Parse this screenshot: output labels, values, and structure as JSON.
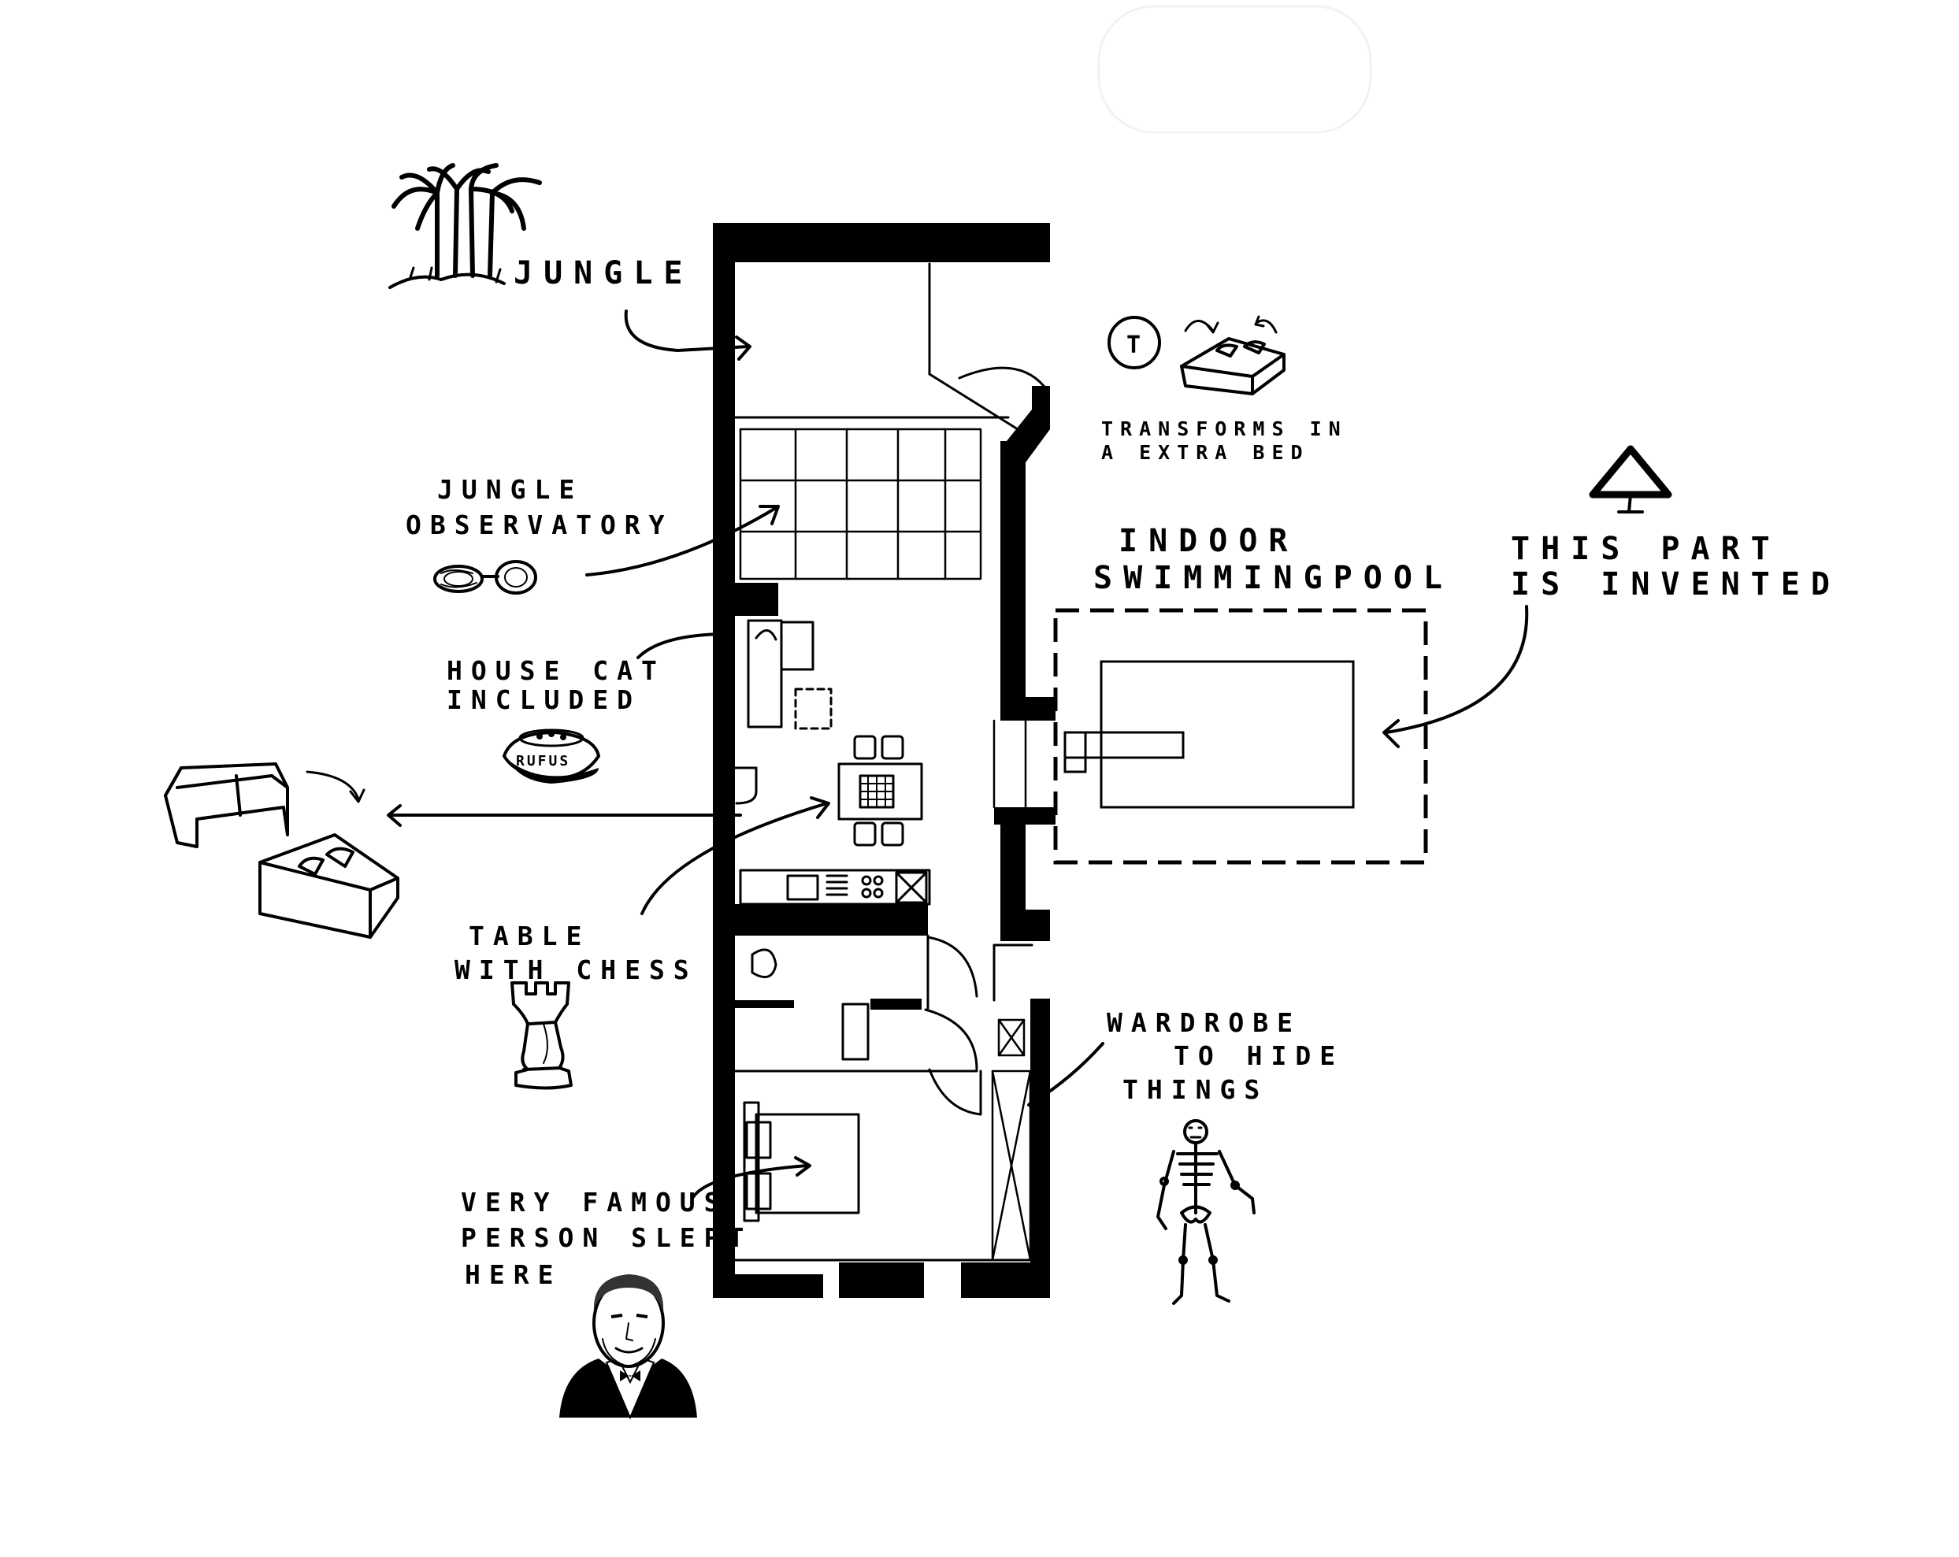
{
  "labels": {
    "jungle": "JUNGLE",
    "observatory_1": "JUNGLE",
    "observatory_2": "OBSERVATORY",
    "bed_1": "TRANSFORMS IN",
    "bed_2": "A EXTRA BED",
    "pool_1": "INDOOR",
    "pool_2": "SWIMMINGPOOL",
    "invented_1": "THIS PART",
    "invented_2": "IS INVENTED",
    "cat_1": "HOUSE CAT",
    "cat_2": "INCLUDED",
    "bowl": "RUFUS",
    "table_1": "TABLE",
    "table_2": "WITH CHESS",
    "wardrobe_1": "WARDROBE",
    "wardrobe_2": "TO HIDE",
    "wardrobe_3": "THINGS",
    "famous_1": "VERY FAMOUS",
    "famous_2": "PERSON SLEPT",
    "famous_3": "HERE",
    "toggle_icon": "T"
  },
  "icons": [
    "palm-trees-icon",
    "binoculars-icon",
    "cat-bowl-icon",
    "sofa-icon",
    "bed-icon",
    "warning-triangle-icon",
    "chess-rook-icon",
    "skeleton-icon",
    "person-portrait-icon",
    "swimming-pool-icon"
  ]
}
